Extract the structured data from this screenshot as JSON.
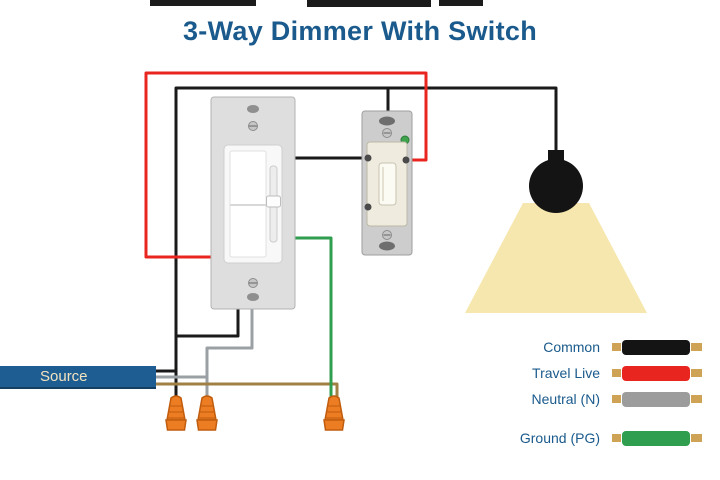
{
  "title": "3-Way Dimmer With Switch",
  "source": {
    "label": "Source"
  },
  "legend": {
    "connector_color": "#cfa356",
    "items": [
      {
        "label": "Common",
        "color": "#141414"
      },
      {
        "label": "Travel Live",
        "color": "#e8251f"
      },
      {
        "label": "Neutral (N)",
        "color": "#9c9c9c"
      },
      {
        "label": "Ground (PG)",
        "color": "#2f9e4f"
      }
    ]
  },
  "wires": {
    "travel_live_red": "#e8251f",
    "common_black": "#1a1a1a",
    "neutral_gray": "#9aa0a3",
    "ground_green": "#2f9e4f",
    "ground_tan": "#a08044"
  },
  "colors": {
    "title_text": "#1a5a8c",
    "source_bar": "#1e5d91",
    "lamp_shade": "#f6e7ae",
    "bulb": "#141414",
    "wire_nut": "#ed7d23"
  }
}
